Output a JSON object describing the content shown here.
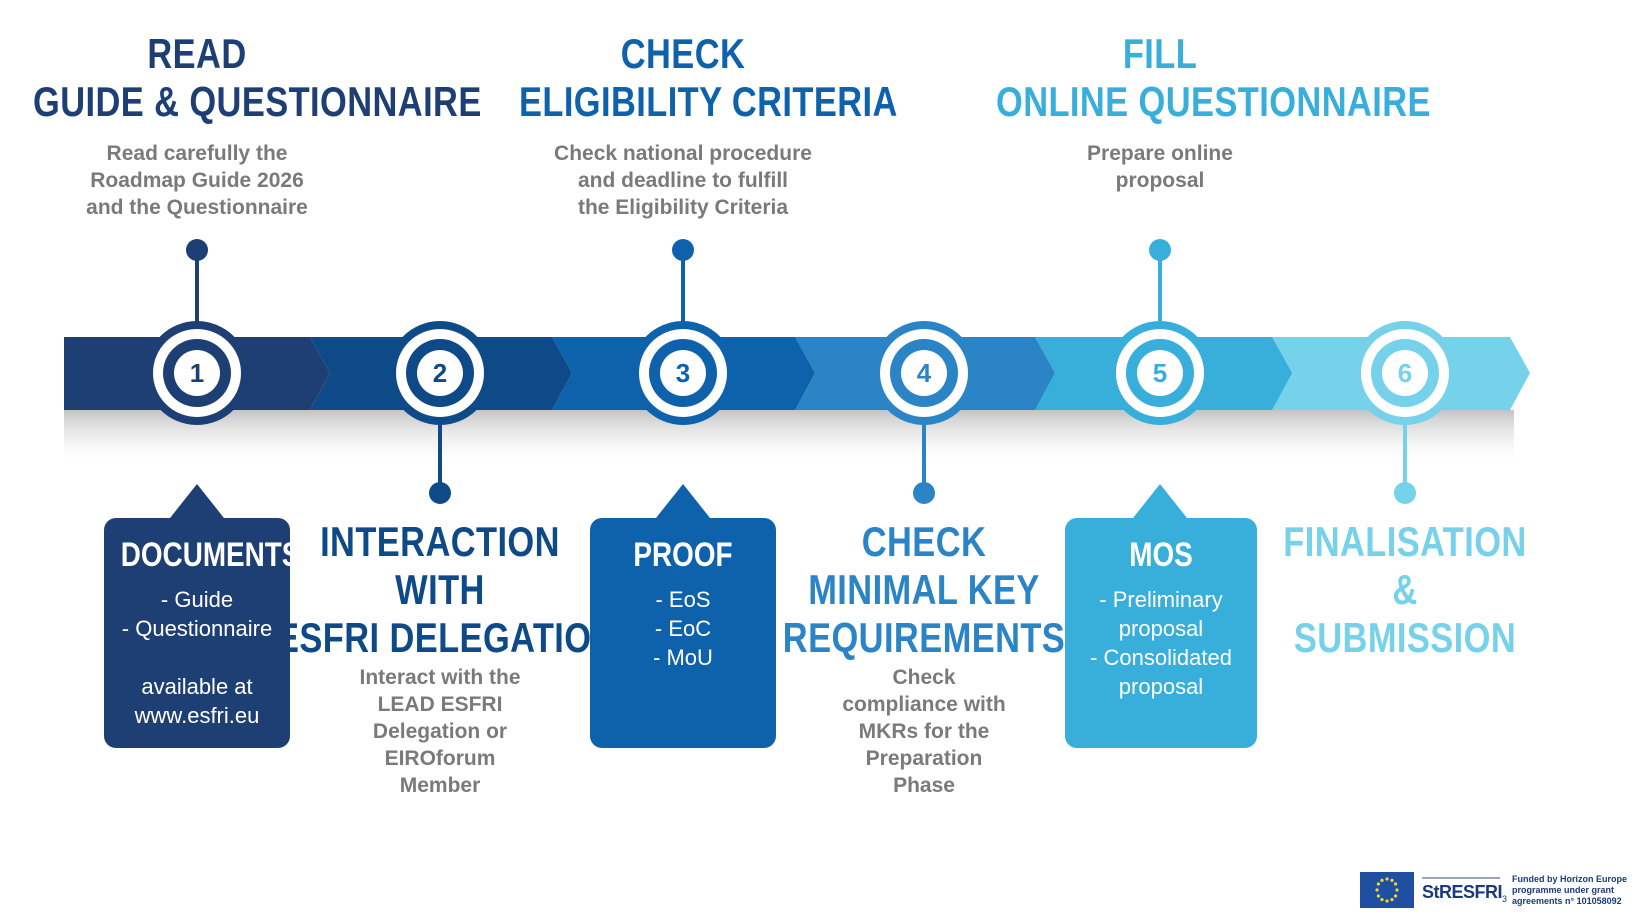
{
  "colors": {
    "c1": "#1e3f73",
    "c2": "#0d4a87",
    "c3": "#0e62ab",
    "c4": "#2a84c6",
    "c5": "#38aedb",
    "c6": "#76d1ea"
  },
  "steps": [
    {
      "number": "1",
      "title_lines": [
        "READ",
        "GUIDE & QUESTIONNAIRE"
      ],
      "desc_lines": [
        "Read carefully the",
        "Roadmap Guide 2026",
        "and the Questionnaire"
      ]
    },
    {
      "number": "2",
      "title_lines": [
        "INTERACTION",
        "WITH",
        "ESFRI DELEGATION"
      ],
      "desc_lines": [
        "Interact with the",
        "LEAD ESFRI",
        "Delegation or",
        "EIROforum",
        "Member"
      ]
    },
    {
      "number": "3",
      "title_lines": [
        "CHECK",
        "ELIGIBILITY CRITERIA"
      ],
      "desc_lines": [
        "Check national procedure",
        "and deadline to fulfill",
        "the Eligibility Criteria"
      ]
    },
    {
      "number": "4",
      "title_lines": [
        "CHECK",
        "MINIMAL KEY",
        "REQUIREMENTS"
      ],
      "desc_lines": [
        "Check",
        "compliance with",
        "MKRs for the",
        "Preparation",
        "Phase"
      ]
    },
    {
      "number": "5",
      "title_lines": [
        "FILL",
        "ONLINE QUESTIONNAIRE"
      ],
      "desc_lines": [
        "Prepare online",
        "proposal"
      ]
    },
    {
      "number": "6",
      "title_lines": [
        "FINALISATION",
        "&",
        "SUBMISSION"
      ],
      "desc_lines": []
    }
  ],
  "boxes": [
    {
      "title": "DOCUMENTS",
      "lines": [
        "- Guide",
        "- Questionnaire",
        "",
        "available at",
        "www.esfri.eu"
      ]
    },
    {
      "title": "PROOF",
      "lines": [
        "- EoS",
        "- EoC",
        "- MoU"
      ]
    },
    {
      "title": "MOS",
      "lines": [
        "- Preliminary",
        "proposal",
        "- Consolidated",
        "proposal"
      ]
    }
  ],
  "footer": {
    "logo_text": "StRESFRI",
    "logo_sub": "3",
    "funding_lines": [
      "Funded by Horizon Europe",
      "programme under grant",
      "agreements n° 101058092"
    ]
  }
}
